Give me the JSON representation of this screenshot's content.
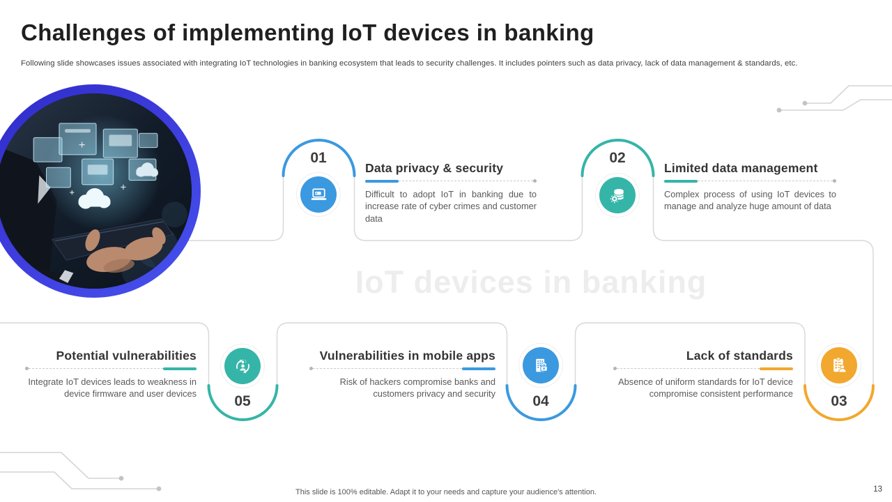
{
  "slide": {
    "title": "Challenges of implementing IoT devices in banking",
    "subtitle": "Following slide showcases issues associated with integrating IoT technologies in banking ecosystem that leads to security challenges. It includes pointers such as data privacy, lack of data management & standards, etc.",
    "watermark": "IoT devices in banking",
    "footer_note": "This slide is 100% editable. Adapt it to your needs and capture your audience's attention.",
    "page_number": "13"
  },
  "items": [
    {
      "number": "01",
      "title": "Data privacy & security",
      "description": "Difficult to adopt IoT in banking due to increase rate of cyber crimes and customer data",
      "color": "#3B99E0",
      "icon": "laptop-money-icon"
    },
    {
      "number": "02",
      "title": "Limited data management",
      "description": "Complex process of using IoT devices to manage and analyze huge amount of data",
      "color": "#35B5A8",
      "icon": "database-gear-icon"
    },
    {
      "number": "03",
      "title": "Lack of standards",
      "description": "Absence of uniform standards for IoT device compromise consistent performance",
      "color": "#F2A72E",
      "icon": "checklist-person-icon"
    },
    {
      "number": "04",
      "title": "Vulnerabilities in mobile apps",
      "description": "Risk of hackers compromise banks and customers privacy and security",
      "color": "#3B99E0",
      "icon": "building-lock-icon"
    },
    {
      "number": "05",
      "title": "Potential vulnerabilities",
      "description": "Integrate IoT devices leads to weakness in device firmware and user devices",
      "color": "#35B5A8",
      "icon": "person-idea-refresh-icon"
    }
  ],
  "colors": {
    "blue": "#3B99E0",
    "teal": "#35B5A8",
    "orange": "#F2A72E",
    "image_ring": "#3D3BDB",
    "path_gray": "#D7D7D7",
    "watermark_gray": "#EDEDED"
  }
}
